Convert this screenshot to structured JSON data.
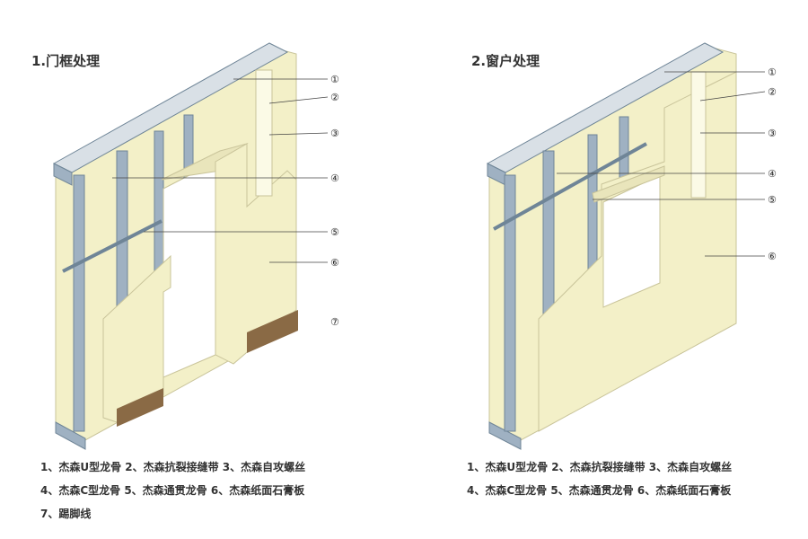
{
  "left": {
    "title": "1.门框处理",
    "legend": [
      "1、杰森U型龙骨   2、杰森抗裂接缝带   3、杰森自攻螺丝",
      "4、杰森C型龙骨   5、杰森通贯龙骨   6、杰森纸面石膏板",
      "7、踢脚线"
    ],
    "callouts": [
      "①",
      "②",
      "③",
      "④",
      "⑤",
      "⑥",
      "⑦"
    ]
  },
  "right": {
    "title": "2.窗户处理",
    "legend": [
      "1、杰森U型龙骨   2、杰森抗裂接缝带   3、杰森自攻螺丝",
      "4、杰森C型龙骨   5、杰森通贯龙骨   6、杰森纸面石膏板"
    ],
    "callouts": [
      "①",
      "②",
      "③",
      "④",
      "⑤",
      "⑥"
    ]
  },
  "colors": {
    "board": "#f3f0c8",
    "board_edge": "#c9c49a",
    "steel": "#9fb1c2",
    "steel_dark": "#6f8597",
    "skirting": "#8a6a45"
  }
}
